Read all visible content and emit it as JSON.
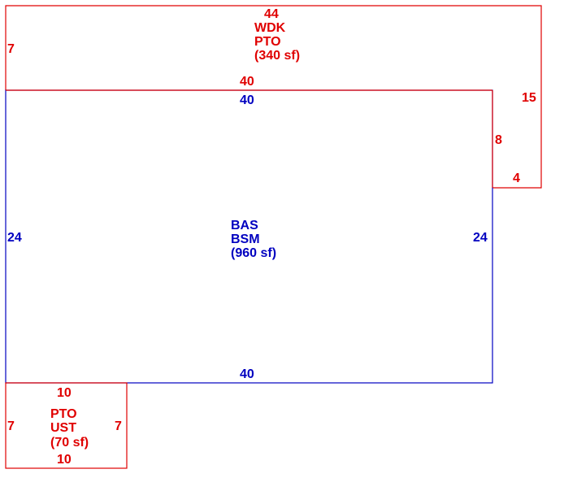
{
  "colors": {
    "main": "#0000c0",
    "addition": "#e00000",
    "background": "#ffffff"
  },
  "areas": {
    "wdk": {
      "codes": [
        "WDK",
        "PTO"
      ],
      "area": "(340 sf)",
      "dims": {
        "top": "44",
        "left": "7",
        "bottom": "40",
        "right_upper": "15",
        "right_inner": "8",
        "right_bottom": "4"
      }
    },
    "bas": {
      "codes": [
        "BAS",
        "BSM"
      ],
      "area": "(960 sf)",
      "dims": {
        "top": "40",
        "left": "24",
        "right": "24",
        "bottom": "40"
      }
    },
    "ust": {
      "codes": [
        "PTO",
        "UST"
      ],
      "area": "(70 sf)",
      "dims": {
        "top": "10",
        "left": "7",
        "right": "7",
        "bottom": "10"
      }
    }
  }
}
